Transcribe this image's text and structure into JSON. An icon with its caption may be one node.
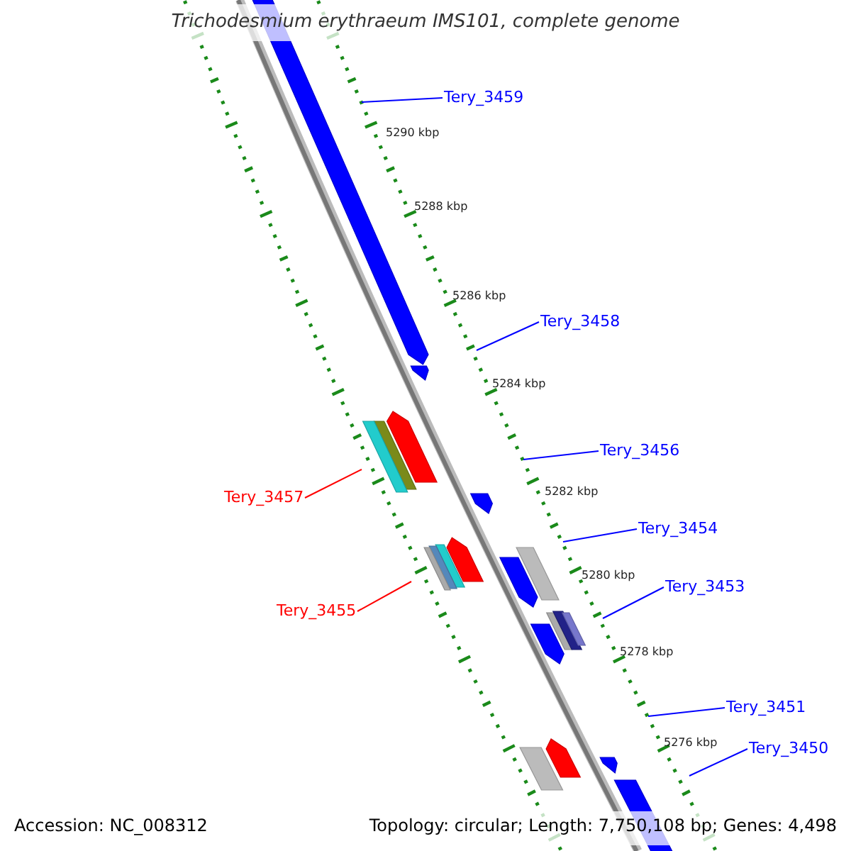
{
  "diagram": {
    "title": "Trichodesmium erythraeum IMS101, complete genome",
    "nodes": [
      {
        "text": [
          "Tery_3459"
        ]
      },
      {
        "text": [
          "Tery_3458"
        ]
      },
      {
        "text": [
          "Tery_3457"
        ]
      },
      {
        "text": [
          "Tery_3456"
        ]
      },
      {
        "text": [
          "Tery_3455"
        ]
      },
      {
        "text": [
          "Tery_3454"
        ]
      },
      {
        "text": [
          "Tery_3453"
        ]
      },
      {
        "text": [
          "Tery_3451"
        ]
      },
      {
        "text": [
          "Tery_3450"
        ]
      }
    ],
    "edges": [
      {
        "from": 0,
        "to": null,
        "arrow": "none"
      },
      {
        "from": 1,
        "to": null,
        "arrow": "none"
      },
      {
        "from": 2,
        "to": null,
        "arrow": "none",
        "color": "#ff0000"
      },
      {
        "from": 3,
        "to": null,
        "arrow": "none"
      },
      {
        "from": 4,
        "to": null,
        "arrow": "none",
        "color": "#ff0000"
      },
      {
        "from": 5,
        "to": null,
        "arrow": "none"
      },
      {
        "from": 6,
        "to": null,
        "arrow": "none"
      },
      {
        "from": 7,
        "to": null,
        "arrow": "none"
      },
      {
        "from": 8,
        "to": null,
        "arrow": "none"
      }
    ],
    "labels": [
      "5290 kbp",
      "5288 kbp",
      "5286 kbp",
      "5284 kbp",
      "5282 kbp",
      "5280 kbp",
      "5278 kbp",
      "5276 kbp",
      "Accession: NC_008312",
      "Topology: circular; Length: 7,750,108 bp; Genes: 4,498"
    ]
  }
}
